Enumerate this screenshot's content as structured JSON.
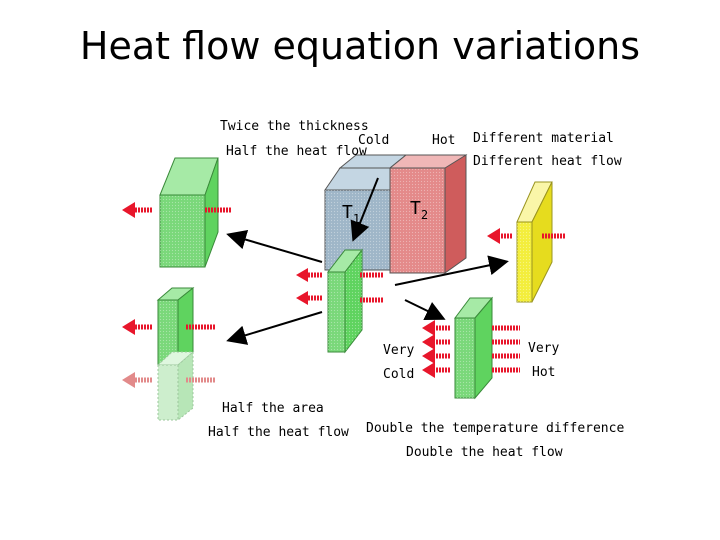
{
  "title": "Heat flow equation variations",
  "labels": {
    "thickness_l1": "Twice the thickness",
    "thickness_l2": "Half the heat flow",
    "cold": "Cold",
    "hot": "Hot",
    "material_l1": "Different material",
    "material_l2": "Different heat flow",
    "t1_main": "T",
    "t1_sub": "1",
    "t2_main": "T",
    "t2_sub": "2",
    "very_cold_l1": "Very",
    "very_cold_l2": "Cold",
    "very_hot_l1": "Very",
    "very_hot_l2": "Hot",
    "area_l1": "Half the area",
    "area_l2": "Half the heat flow",
    "temp_l1": "Double the temperature difference",
    "temp_l2": "Double the heat flow"
  },
  "colors": {
    "slab_green": "#5fd35f",
    "slab_green_light": "#a6eaa6",
    "cold_block": "#9fb6c8",
    "hot_block": "#e48a8a",
    "different_material": "#f3ee3c",
    "heat_arrow": "#e8162b",
    "faded_arrow": "#e28a8a"
  }
}
